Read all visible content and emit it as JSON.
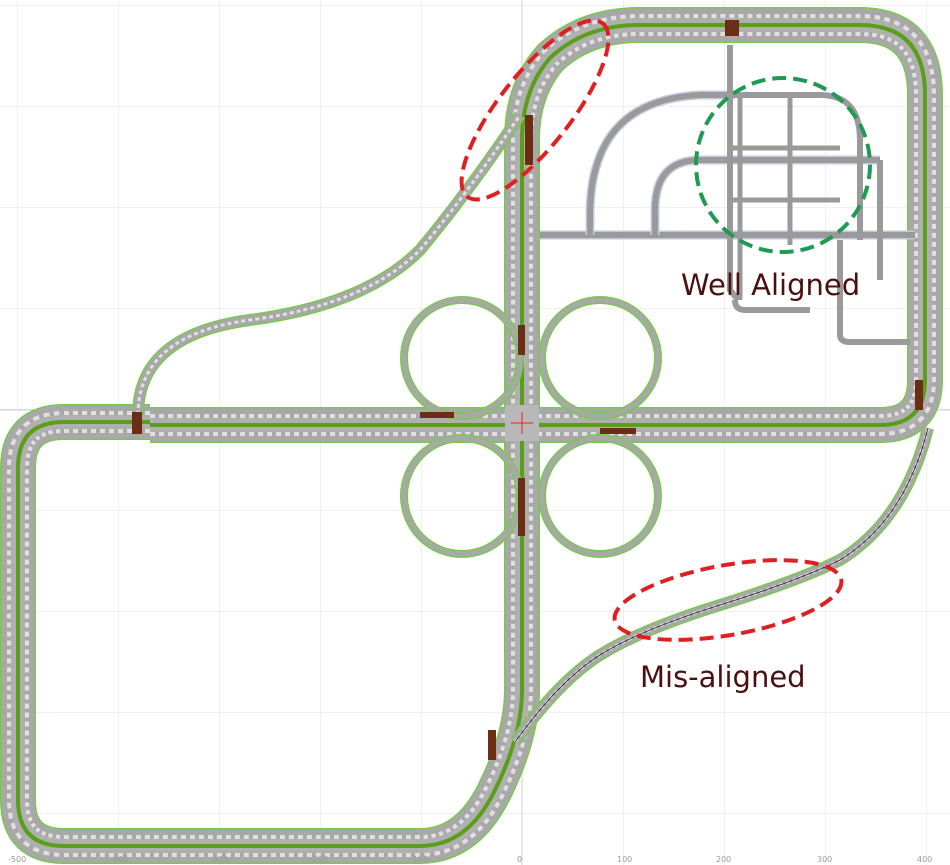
{
  "annotations": {
    "well_aligned": "Well Aligned",
    "mis_aligned": "Mis-aligned"
  },
  "axis": {
    "x_ticks": [
      "-500",
      "-400",
      "-300",
      "-200",
      "-100",
      "0",
      "100",
      "200",
      "300",
      "400"
    ]
  },
  "colors": {
    "road": "#a8a8a8",
    "lane_marking": "#e0e0e0",
    "edge_line": "#79c94f",
    "median": "#5b9e1c",
    "junction": "#6b2e14",
    "misaligned_marker": "#e02020",
    "aligned_marker": "#1e9a52",
    "grid": "#dde6dd",
    "label": "#4a0f0f"
  }
}
